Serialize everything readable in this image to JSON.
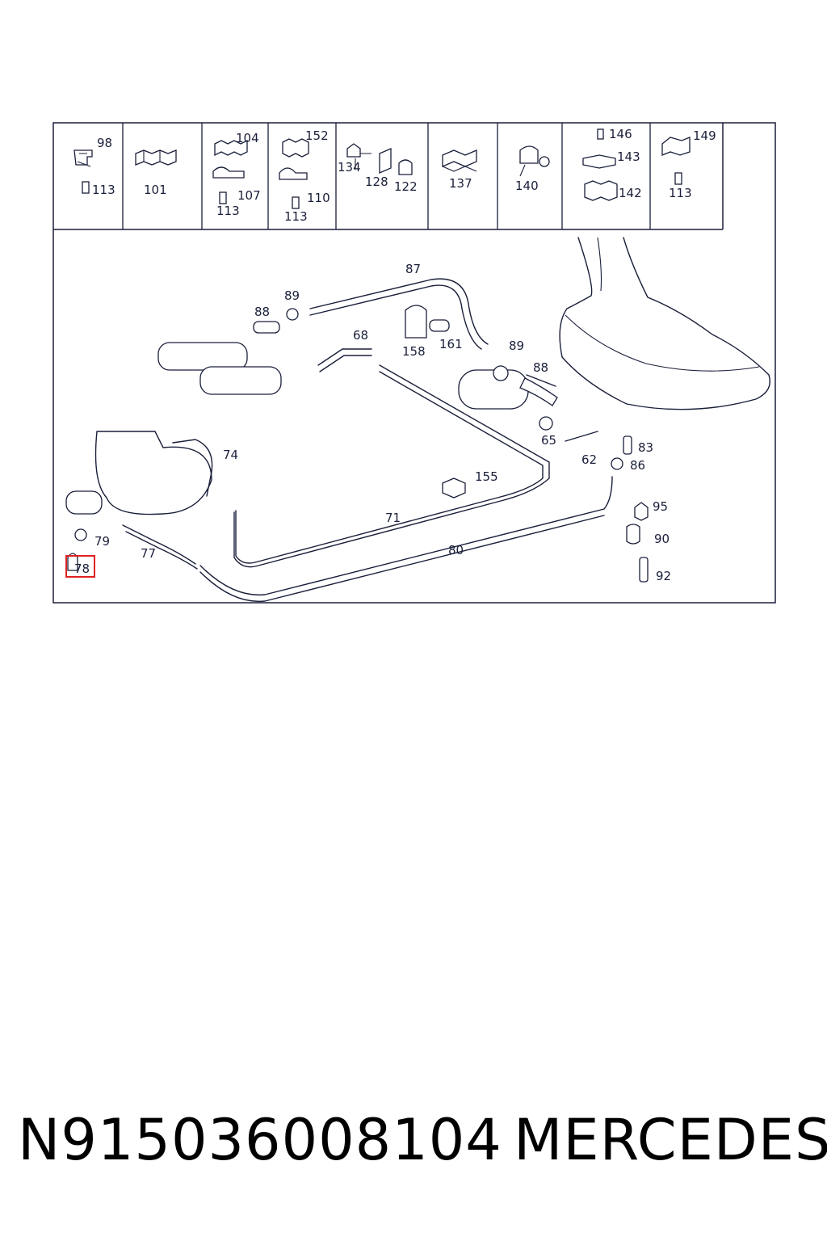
{
  "diagram": {
    "highlight_color": "#e02020",
    "line_color": "#1a1f3a",
    "legend_cells": [
      {
        "labels": [
          "98",
          "113"
        ]
      },
      {
        "labels": [
          "101"
        ]
      },
      {
        "labels": [
          "104",
          "107",
          "113"
        ]
      },
      {
        "labels": [
          "152",
          "110",
          "113"
        ]
      },
      {
        "labels": [
          "134",
          "128",
          "122"
        ]
      },
      {
        "labels": [
          "137"
        ]
      },
      {
        "labels": [
          "140"
        ]
      },
      {
        "labels": [
          "146",
          "143",
          "142"
        ]
      },
      {
        "labels": [
          "149",
          "113"
        ]
      }
    ],
    "callouts": [
      "87",
      "89",
      "88",
      "68",
      "158",
      "161",
      "89",
      "88",
      "74",
      "65",
      "62",
      "83",
      "86",
      "155",
      "71",
      "95",
      "90",
      "79",
      "77",
      "80",
      "92",
      "78"
    ],
    "highlighted_callout": "78"
  },
  "footer": {
    "part_number": "N915036008104",
    "brand": "MERCEDES"
  }
}
